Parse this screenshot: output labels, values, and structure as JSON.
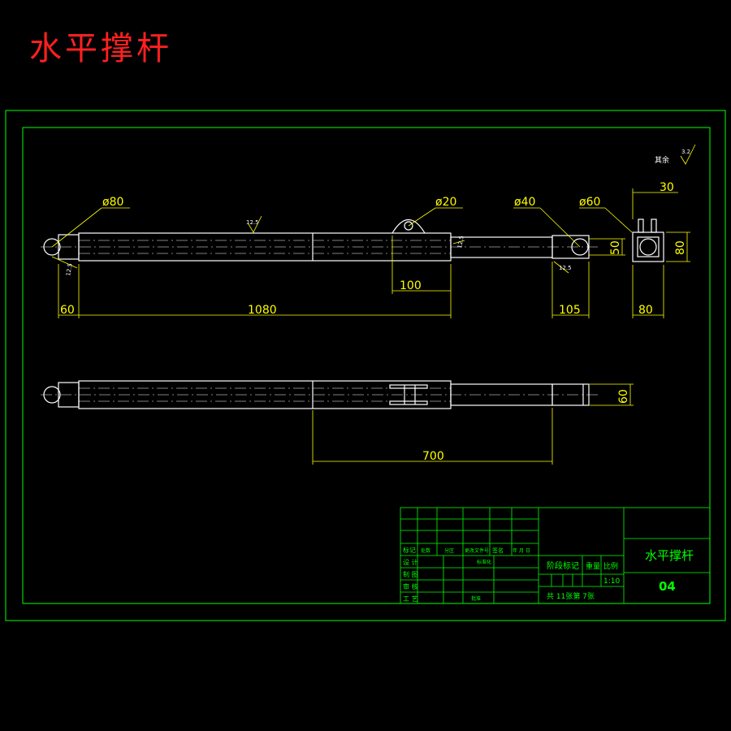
{
  "title": "水平撑杆",
  "colors": {
    "frame": "#00ff00",
    "part": "#ffffff",
    "dim": "#ffff00",
    "title": "#ff2020",
    "text": "#00ff00"
  },
  "dimensions": {
    "d80": "ø80",
    "d20": "ø20",
    "d40": "ø40",
    "d60": "ø60",
    "w30": "30",
    "h50": "50",
    "h80": "80",
    "w80": "80",
    "l60": "60",
    "l1080": "1080",
    "l100": "100",
    "l105": "105",
    "h60": "60",
    "l700": "700",
    "ang1": "12.5",
    "ang2": "12.5",
    "ang3": "12.5",
    "ang4": "3.2"
  },
  "surface_note": "其余",
  "title_block": {
    "part_name": "水平撑杆",
    "drawing_no": "04",
    "scale": "1:10",
    "stage_label": "阶段标记",
    "weight_label": "重量",
    "scale_label": "比例",
    "sheet_info": "共 11张第 7张",
    "header_row": [
      "标记",
      "处数",
      "分区",
      "更改文件号",
      "签名",
      "年 月 日"
    ],
    "rows": [
      "设 计",
      "制 图",
      "审 核",
      "工 艺"
    ],
    "std_label": "标准化",
    "approve_label": "批准"
  }
}
